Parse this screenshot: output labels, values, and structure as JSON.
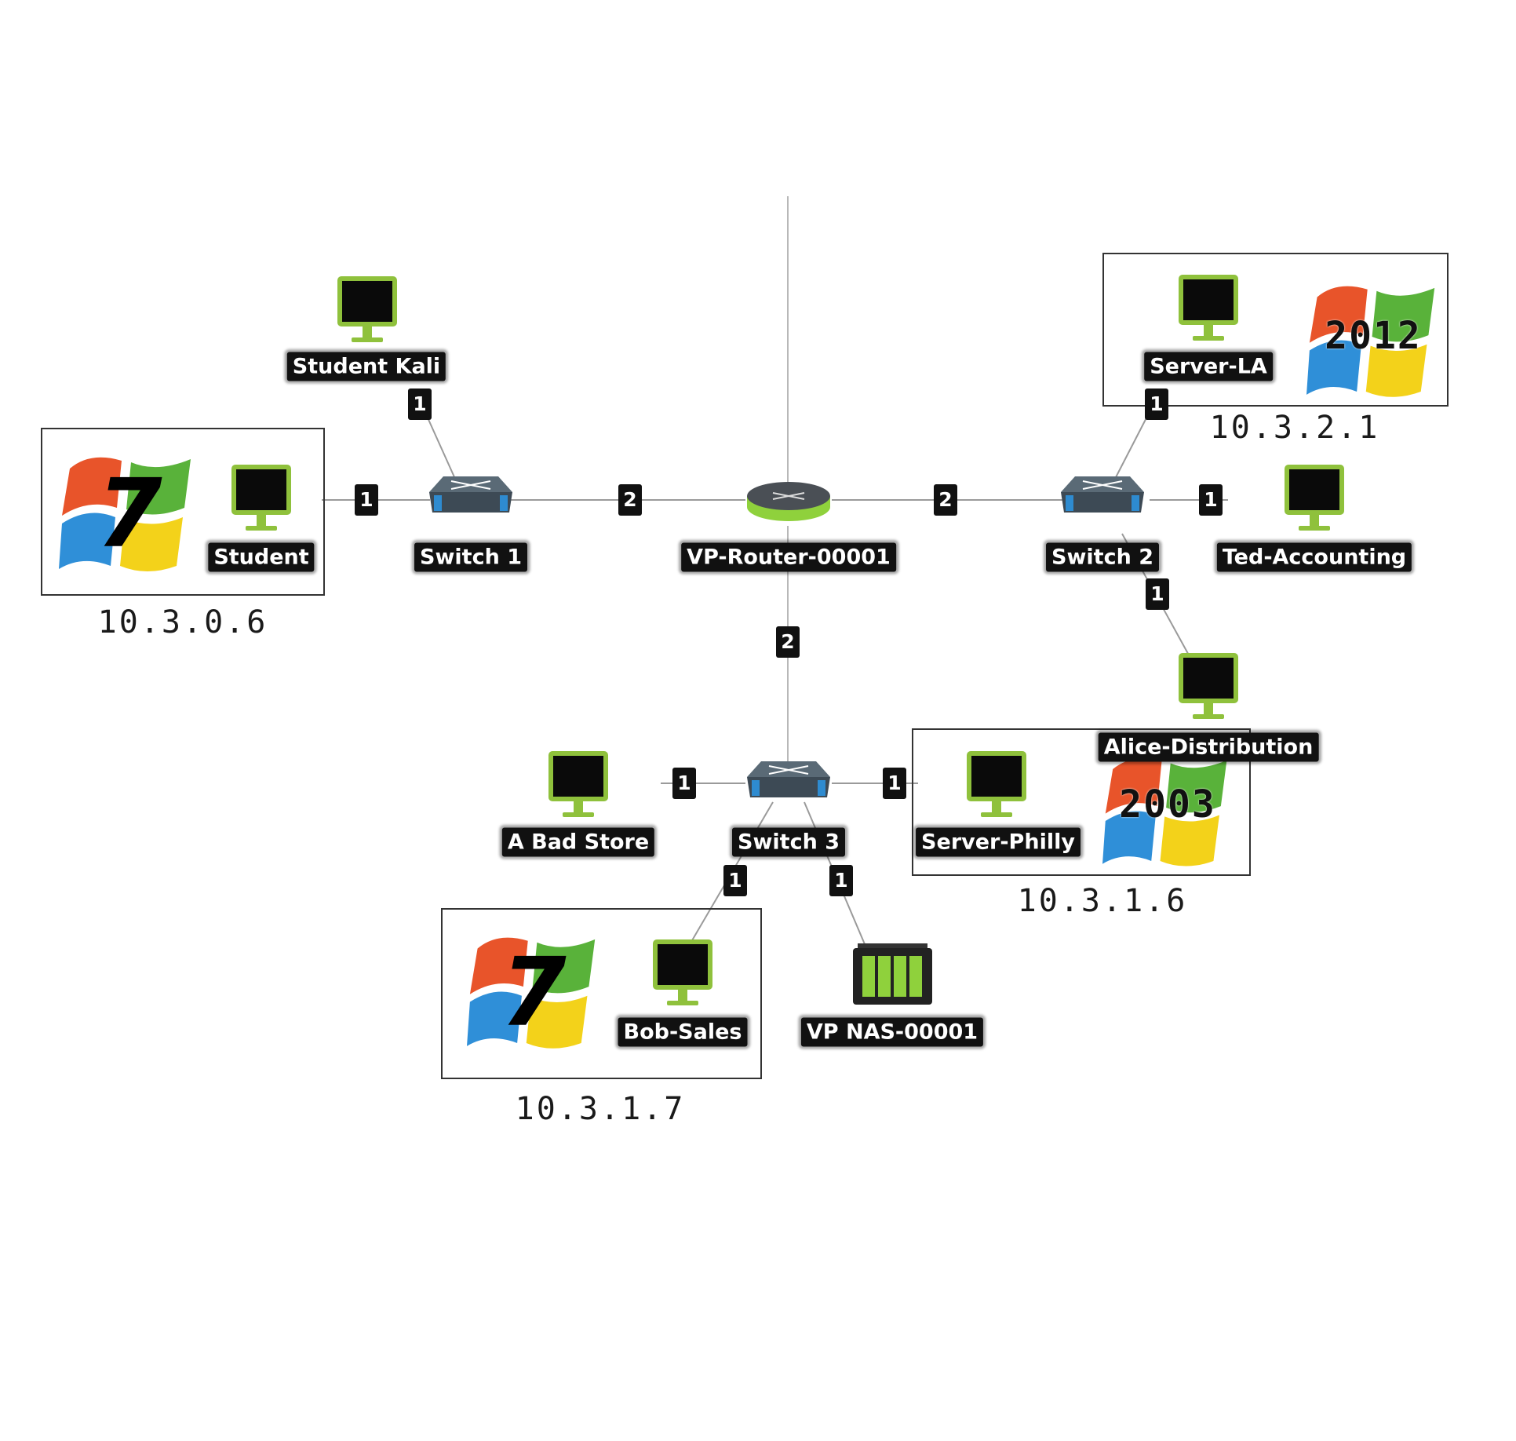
{
  "colors": {
    "link": "#9a9a9a",
    "monitor_frame": "#8fc13c",
    "screen": "#0a0a0a",
    "switch_body": "#3d4a55",
    "switch_edge": "#2e8bd0",
    "router_ring": "#8fd13c",
    "nas_body": "#222222",
    "nas_bay": "#8fd13c",
    "win_red": "#e8542a",
    "win_green": "#59b23a",
    "win_blue": "#2f8fd8",
    "win_yellow": "#f3d21a"
  },
  "icons": {
    "workstation": "monitor-icon",
    "switch": "switch-icon",
    "router": "router-icon",
    "nas": "nas-icon",
    "os": "windows-logo-icon"
  },
  "nodes": {
    "student_kali": {
      "label": "Student Kali"
    },
    "student": {
      "label": "Student"
    },
    "switch1": {
      "label": "Switch 1"
    },
    "router": {
      "label": "VP-Router-00001"
    },
    "switch2": {
      "label": "Switch 2"
    },
    "server_la": {
      "label": "Server-LA"
    },
    "ted": {
      "label": "Ted-Accounting"
    },
    "alice": {
      "label": "Alice-Distribution"
    },
    "switch3": {
      "label": "Switch 3"
    },
    "bad_store": {
      "label": "A Bad Store"
    },
    "server_philly": {
      "label": "Server-Philly"
    },
    "bob": {
      "label": "Bob-Sales"
    },
    "nas": {
      "label": "VP NAS-00001"
    }
  },
  "links": [
    {
      "id": "kali",
      "port": "1"
    },
    {
      "id": "student",
      "port": "1"
    },
    {
      "id": "sw1_router",
      "port": "2"
    },
    {
      "id": "router_sw2",
      "port": "2"
    },
    {
      "id": "router_sw3",
      "port": "2"
    },
    {
      "id": "server_la",
      "port": "1"
    },
    {
      "id": "ted",
      "port": "1"
    },
    {
      "id": "alice",
      "port": "1"
    },
    {
      "id": "bad_store",
      "port": "1"
    },
    {
      "id": "server_philly",
      "port": "1"
    },
    {
      "id": "bob",
      "port": "1"
    },
    {
      "id": "nas",
      "port": "1"
    }
  ],
  "groups": {
    "student": {
      "ip": "10.3.0.6",
      "os": "7"
    },
    "server_la": {
      "ip": "10.3.2.1",
      "os": "2012"
    },
    "server_philly": {
      "ip": "10.3.1.6",
      "os": "2003"
    },
    "bob": {
      "ip": "10.3.1.7",
      "os": "7"
    }
  }
}
